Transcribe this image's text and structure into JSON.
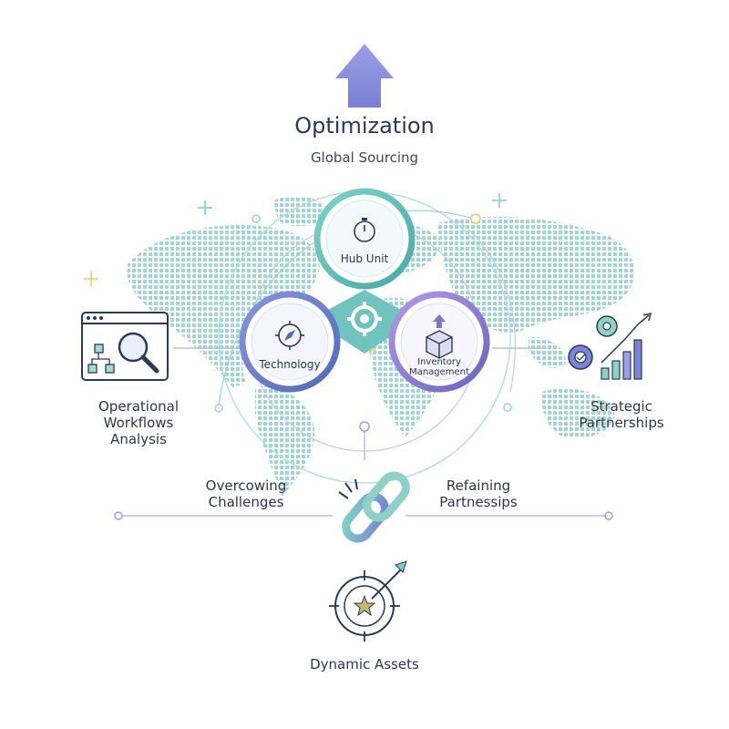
{
  "header": {
    "title": "Optimization",
    "subtitle": "Global Sourcing"
  },
  "nodes": {
    "hub": "Hub Unit",
    "technology": "Technology",
    "inventory_line1": "Inventory",
    "inventory_line2": "Management"
  },
  "left_label": [
    "Operational",
    "Workflows",
    "Analysis"
  ],
  "right_label": [
    "Strategic",
    "Partnerships"
  ],
  "bottom_left_label": [
    "Overcowing",
    "Challenges"
  ],
  "bottom_right_label": [
    "Refaining",
    "Partnessips"
  ],
  "footer": "Dynamic Assets",
  "colors": {
    "accent": "#8b8fd9",
    "teal": "#5fbdb7",
    "purple": "#7b78c9",
    "navy": "#2b3a55",
    "gold": "#f2c46a"
  },
  "icons": [
    "arrow-up-icon",
    "stopwatch-icon",
    "compass-icon",
    "gear-icon",
    "package-icon",
    "magnifier-flowchart-icon",
    "gears-chart-icon",
    "chain-link-icon",
    "target-star-icon"
  ]
}
